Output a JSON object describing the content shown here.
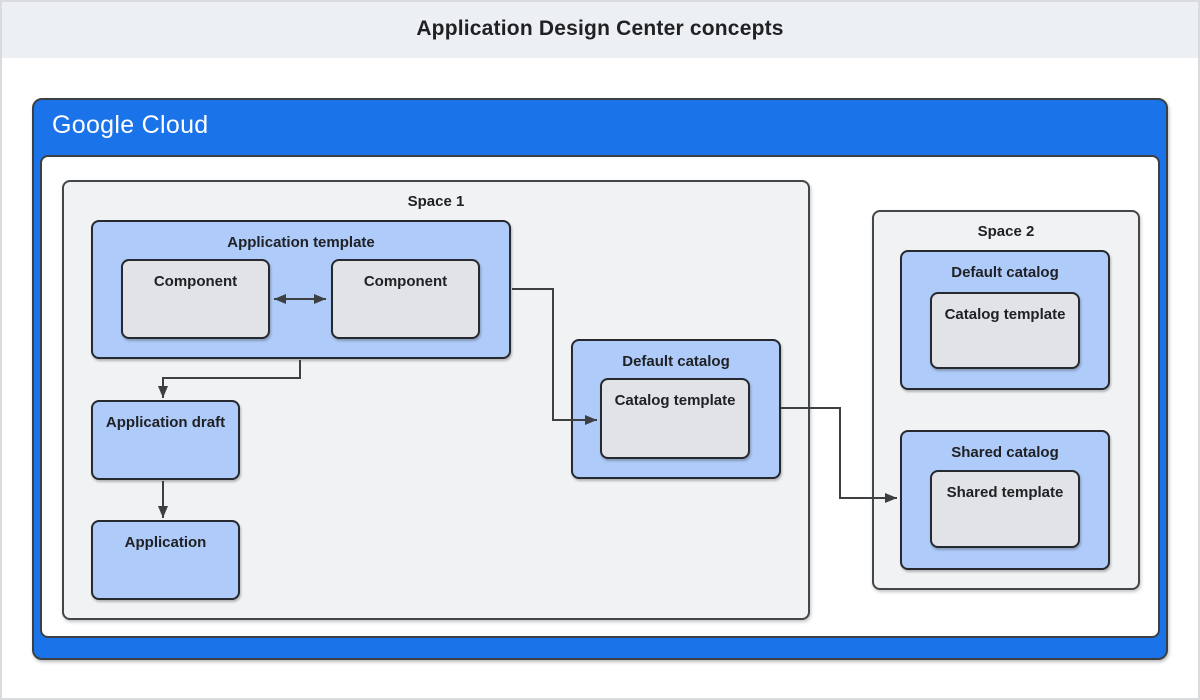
{
  "header": {
    "title": "Application Design Center concepts"
  },
  "brand": {
    "logo": "Google Cloud"
  },
  "colors": {
    "brand_blue": "#1a73e8",
    "node_blue": "#aecbfa",
    "node_gray": "#e1e3e6",
    "space_gray": "#f0f2f4",
    "header_bg": "#edf0f2",
    "border_dark": "#3c4043",
    "text_dark": "#202124"
  },
  "diagram": {
    "space1": {
      "label": "Space 1",
      "application_template": {
        "label": "Application template",
        "components": [
          {
            "label": "Component"
          },
          {
            "label": "Component"
          }
        ]
      },
      "application_draft": {
        "label": "Application draft"
      },
      "application": {
        "label": "Application"
      },
      "default_catalog": {
        "label": "Default catalog",
        "catalog_template": {
          "label": "Catalog template"
        }
      }
    },
    "space2": {
      "label": "Space 2",
      "default_catalog": {
        "label": "Default catalog",
        "catalog_template": {
          "label": "Catalog template"
        }
      },
      "shared_catalog": {
        "label": "Shared catalog",
        "shared_template": {
          "label": "Shared template"
        }
      }
    },
    "edges": [
      {
        "from": "component-1",
        "to": "component-2",
        "type": "bidirectional"
      },
      {
        "from": "application-template",
        "to": "application-draft",
        "type": "directional"
      },
      {
        "from": "application-draft",
        "to": "application",
        "type": "directional"
      },
      {
        "from": "application-template",
        "to": "space1-default-catalog",
        "type": "directional"
      },
      {
        "from": "space1-default-catalog",
        "to": "space2-shared-catalog",
        "type": "directional"
      }
    ]
  }
}
